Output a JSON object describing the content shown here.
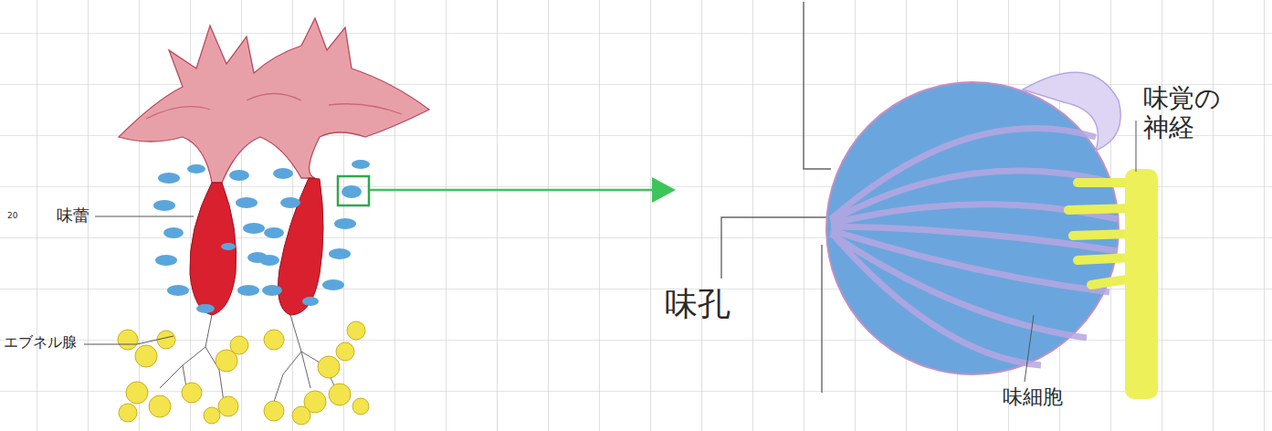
{
  "diagram": {
    "labels": [
      "20",
      "味蕾",
      "エブネル腺",
      "味孔",
      "味覚の 神経",
      "味細胞"
    ]
  }
}
